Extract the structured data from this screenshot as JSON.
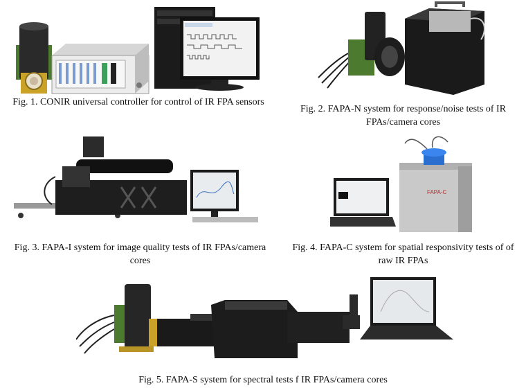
{
  "figures": [
    {
      "id": "fig1",
      "caption": "Fig. 1. CONIR universal  controller for control of IR FPA sensors"
    },
    {
      "id": "fig2",
      "caption_line1": "Fig. 2. FAPA-N  system for response/noise tests of IR",
      "caption_line2": "FPAs/camera cores"
    },
    {
      "id": "fig3",
      "caption_line1": "Fig. 3. FAPA-I system for  image quality tests of IR FPAs/camera",
      "caption_line2": "cores"
    },
    {
      "id": "fig4",
      "caption_line1": "Fig. 4. FAPA-C system for  spatial responsivity tests of of",
      "caption_line2": "raw IR FPAs"
    },
    {
      "id": "fig5",
      "caption": "Fig. 5. FAPA-S system  for spectral tests f IR FPAs/camera cores"
    }
  ],
  "photo_labels": {
    "fapa_c_enclosure": "FAPA-C"
  }
}
